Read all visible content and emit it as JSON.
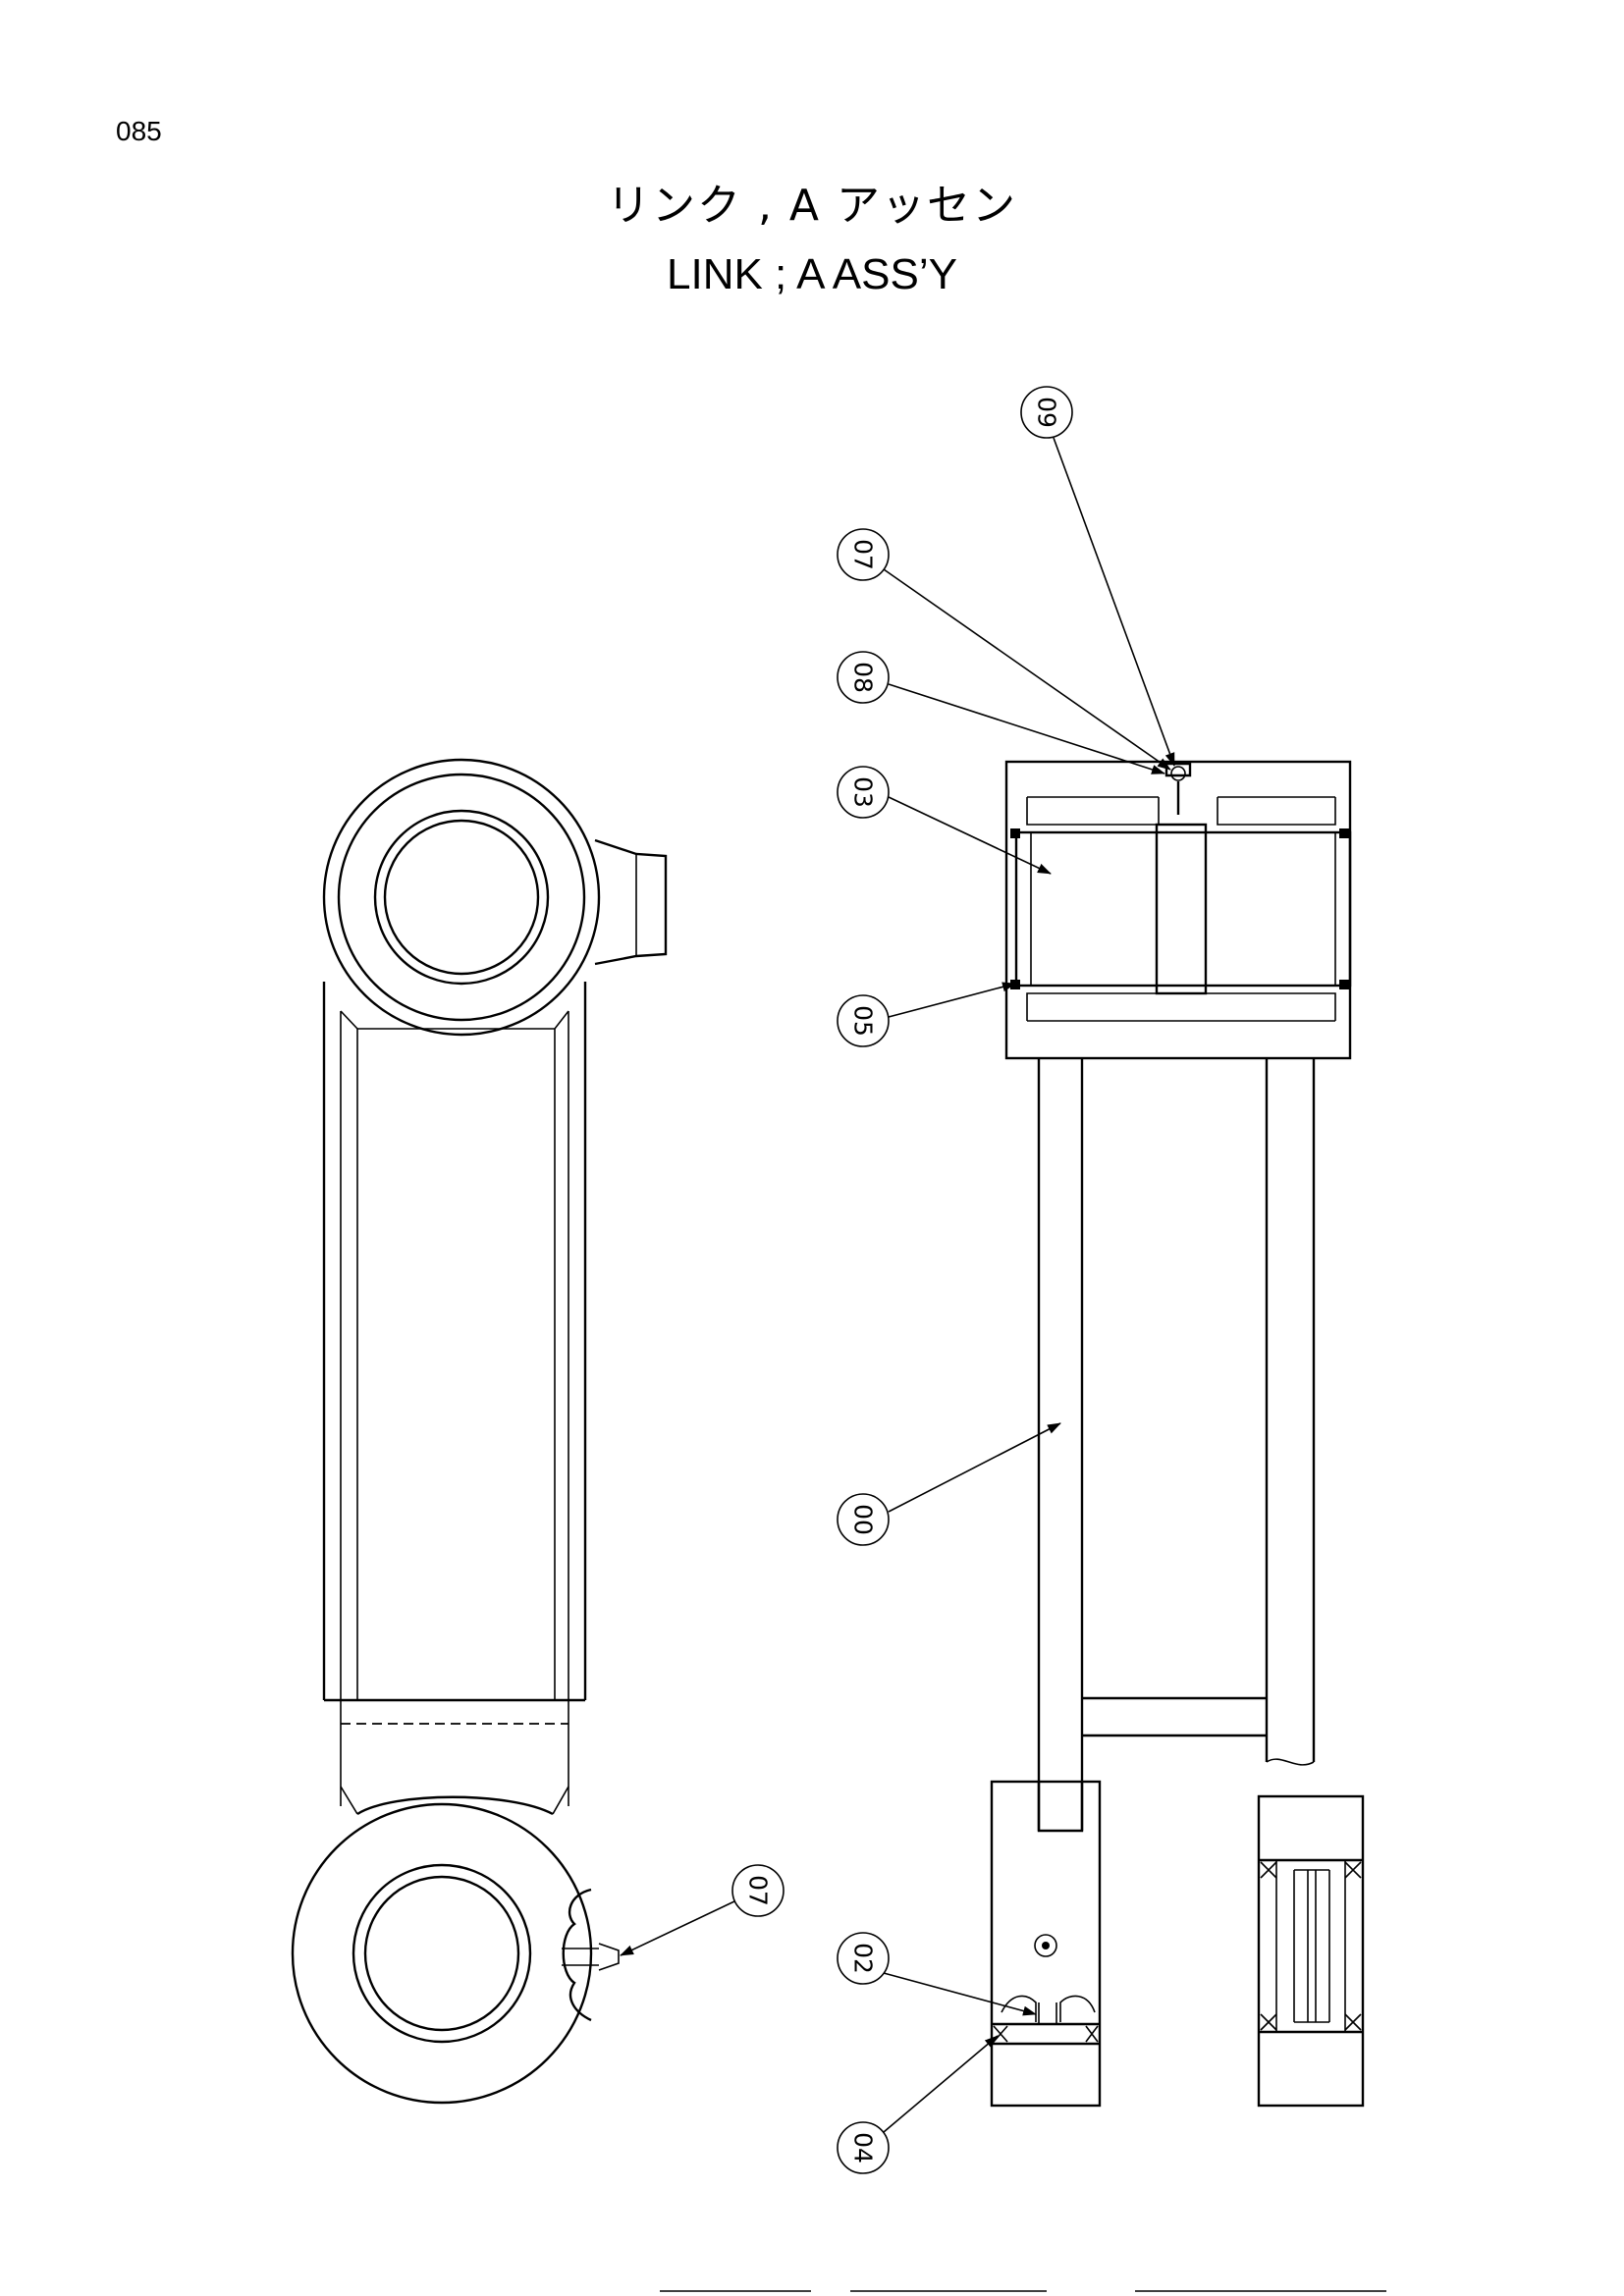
{
  "page_number": "085",
  "title_jp": "リンク , A アッセン",
  "title_en": "LINK ; A ASS’Y",
  "callouts": [
    "09",
    "07",
    "08",
    "03",
    "05",
    "00",
    "07",
    "02",
    "04"
  ],
  "footer_lines": 3
}
